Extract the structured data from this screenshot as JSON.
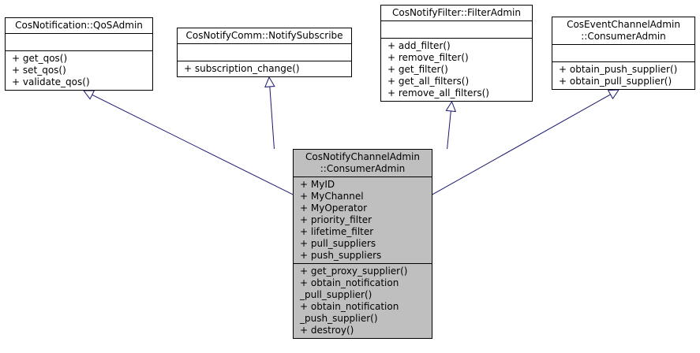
{
  "diagram": {
    "edge_color": "#191970",
    "focus_fill": "#bfbfbf",
    "classes": {
      "qos_admin": {
        "name": [
          "CosNotification::QoSAdmin"
        ],
        "attributes": [],
        "operations": [
          "+ get_qos()",
          "+ set_qos()",
          "+ validate_qos()"
        ]
      },
      "notify_subscribe": {
        "name": [
          "CosNotifyComm::NotifySubscribe"
        ],
        "attributes": [],
        "operations": [
          "+ subscription_change()"
        ]
      },
      "filter_admin": {
        "name": [
          "CosNotifyFilter::FilterAdmin"
        ],
        "attributes": [],
        "operations": [
          "+ add_filter()",
          "+ remove_filter()",
          "+ get_filter()",
          "+ get_all_filters()",
          "+ remove_all_filters()"
        ]
      },
      "event_consumer_admin": {
        "name": [
          "CosEventChannelAdmin",
          "::ConsumerAdmin"
        ],
        "attributes": [],
        "operations": [
          "+ obtain_push_supplier()",
          "+ obtain_pull_supplier()"
        ]
      },
      "notify_consumer_admin": {
        "name": [
          "CosNotifyChannelAdmin",
          "::ConsumerAdmin"
        ],
        "attributes": [
          "+ MyID",
          "+ MyChannel",
          "+ MyOperator",
          "+ priority_filter",
          "+ lifetime_filter",
          "+ pull_suppliers",
          "+ push_suppliers"
        ],
        "operations": [
          "+ get_proxy_supplier()",
          "+ obtain_notification",
          "_pull_supplier()",
          "+ obtain_notification",
          "_push_supplier()",
          "+ destroy()"
        ]
      }
    },
    "inheritance": [
      {
        "child": "notify_consumer_admin",
        "parent": "qos_admin"
      },
      {
        "child": "notify_consumer_admin",
        "parent": "notify_subscribe"
      },
      {
        "child": "notify_consumer_admin",
        "parent": "filter_admin"
      },
      {
        "child": "notify_consumer_admin",
        "parent": "event_consumer_admin"
      }
    ]
  }
}
